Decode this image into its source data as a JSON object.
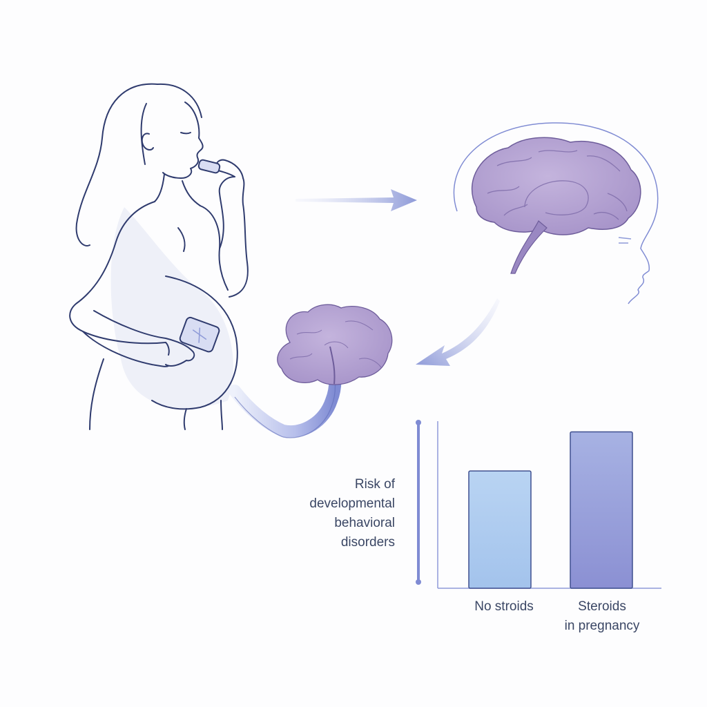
{
  "chart_data": {
    "type": "bar",
    "ylabel_lines": [
      "Risk of",
      "developmental",
      "behavioral",
      "disorders"
    ],
    "categories": [
      {
        "lines": [
          "No stroids"
        ]
      },
      {
        "lines": [
          "Steroids",
          "in pregnancy"
        ]
      }
    ],
    "values": [
      0.72,
      0.96
    ],
    "ylim": [
      0,
      1
    ],
    "grid": false,
    "legend": "none"
  },
  "colors": {
    "line": "#2f3b6e",
    "brain": "#b29fd0",
    "arrow": "#8e9ad8",
    "bar_low": "#a9c8ee",
    "bar_high": "#8f97d6",
    "text": "#3a4664"
  },
  "icons": {
    "figure": "pregnant-woman-inhaler",
    "brain": "brain-icon",
    "fetal_brain": "fetal-brain-icon"
  }
}
